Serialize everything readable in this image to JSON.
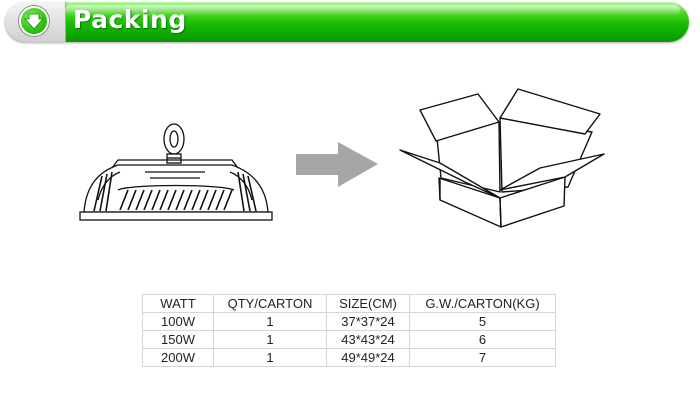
{
  "header": {
    "title": "Packing",
    "badge_icon": "down-arrow-icon",
    "accent_color": "#17bb00"
  },
  "illustration": {
    "product_icon": "high-bay-lamp-icon",
    "arrow_icon": "right-arrow-icon",
    "box_icon": "open-carton-box-icon"
  },
  "table": {
    "headers": [
      "WATT",
      "QTY/CARTON",
      "SIZE(CM)",
      "G.W./CARTON(KG)"
    ],
    "rows": [
      [
        "100W",
        "1",
        "37*37*24",
        "5"
      ],
      [
        "150W",
        "1",
        "43*43*24",
        "6"
      ],
      [
        "200W",
        "1",
        "49*49*24",
        "7"
      ]
    ]
  }
}
